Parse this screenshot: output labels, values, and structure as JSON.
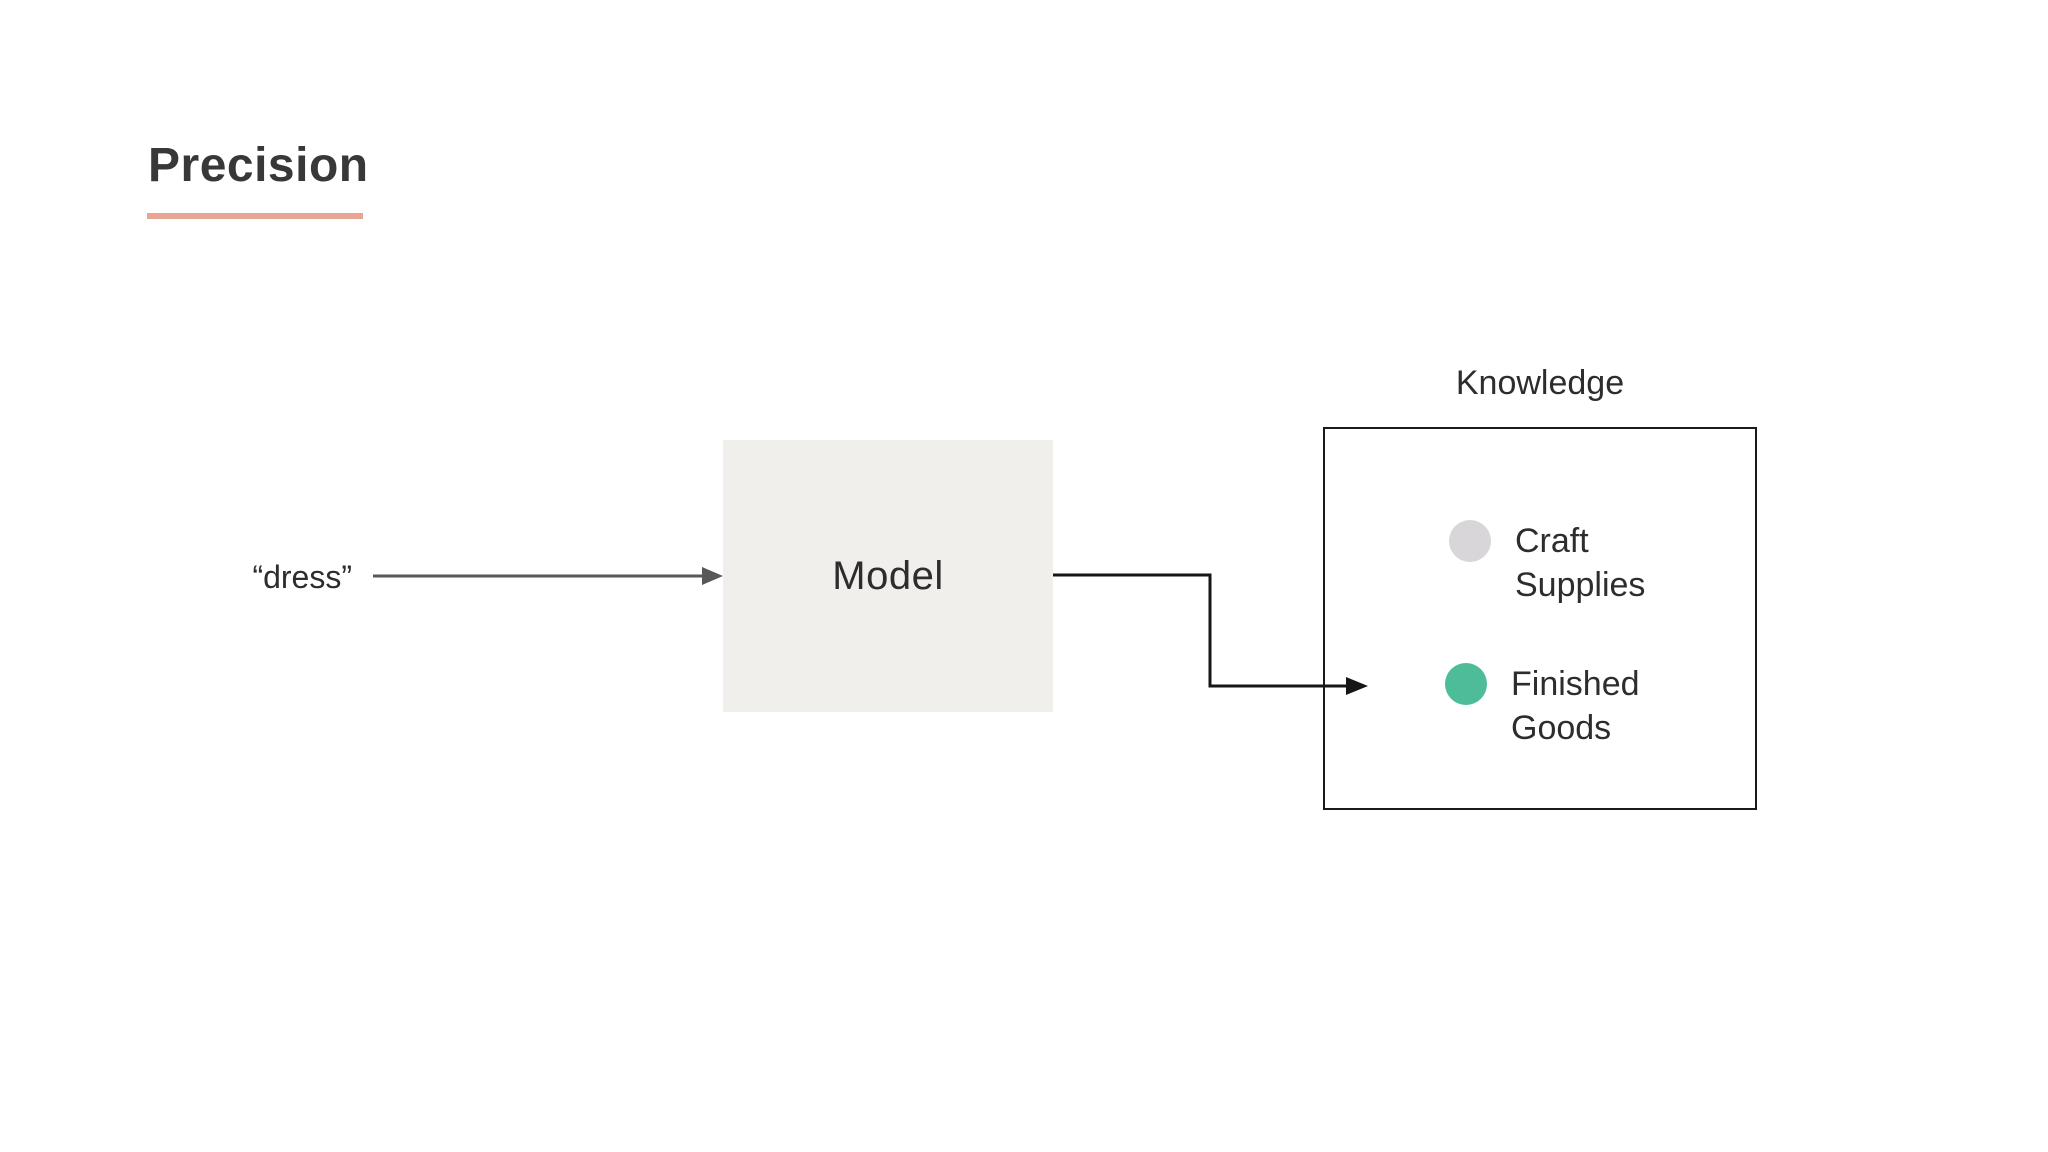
{
  "title": {
    "text": "Precision"
  },
  "flow": {
    "input_text": "“dress”",
    "model_text": "Model"
  },
  "knowledge": {
    "title": "Knowledge",
    "items": [
      {
        "label": "Craft Supplies",
        "color": "#d9d6d9"
      },
      {
        "label": "Finished Goods",
        "color": "#4ebc98"
      }
    ]
  },
  "colors": {
    "title_text": "#383838",
    "underline": "#e8a794",
    "body_text": "#2d2d2e",
    "arrow_gray": "#58585a",
    "arrow_black": "#161616",
    "model_box_fill": "#f1efeb",
    "knowledge_border": "#1a1a1a"
  }
}
